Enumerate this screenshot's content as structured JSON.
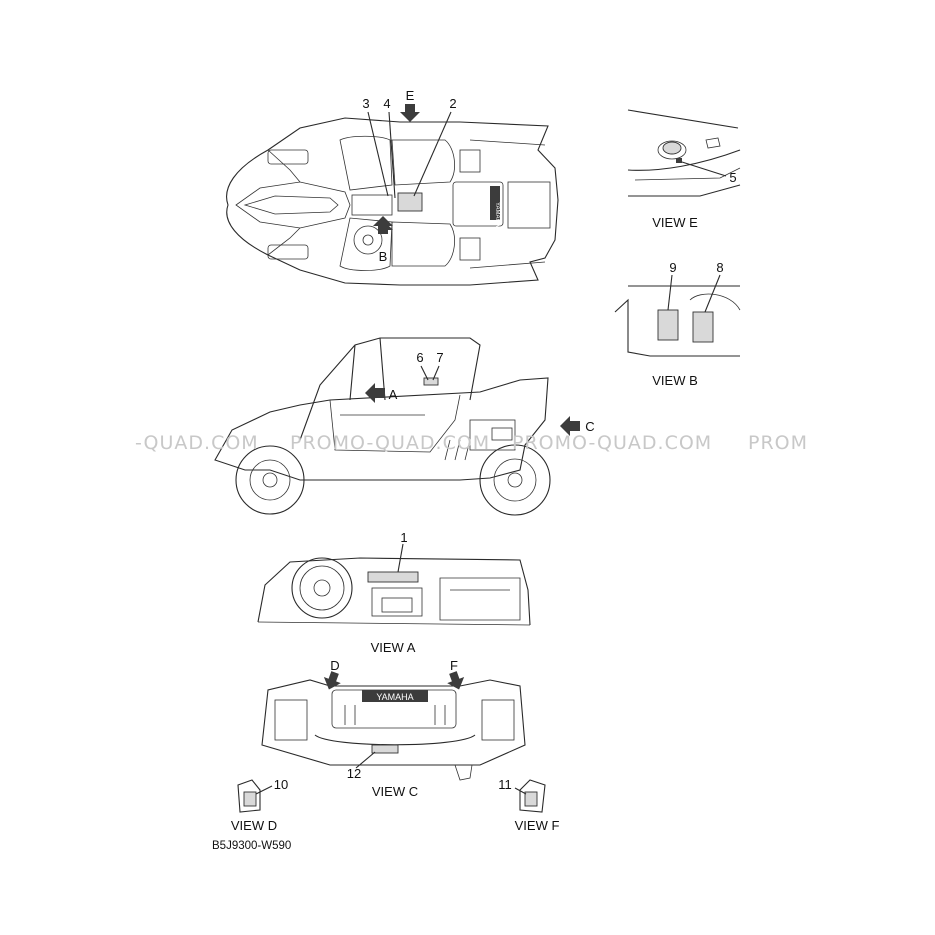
{
  "diagram": {
    "callouts": [
      "1",
      "2",
      "3",
      "4",
      "5",
      "6",
      "7",
      "8",
      "9",
      "10",
      "11",
      "12"
    ],
    "view_pointers": {
      "a": "A",
      "b": "B",
      "c": "C",
      "d": "D",
      "e": "E",
      "f": "F"
    },
    "view_labels": {
      "e": "VIEW E",
      "b": "VIEW B",
      "a": "VIEW A",
      "c": "VIEW C",
      "d": "VIEW D",
      "f": "VIEW F"
    },
    "drawing_code": "B5J9300-W590",
    "watermark": [
      "-QUAD.COM",
      "PROMO-QUAD.COM",
      "PROMO-QUAD.COM",
      "PROM"
    ],
    "emblem_text": "YAMAHA"
  }
}
